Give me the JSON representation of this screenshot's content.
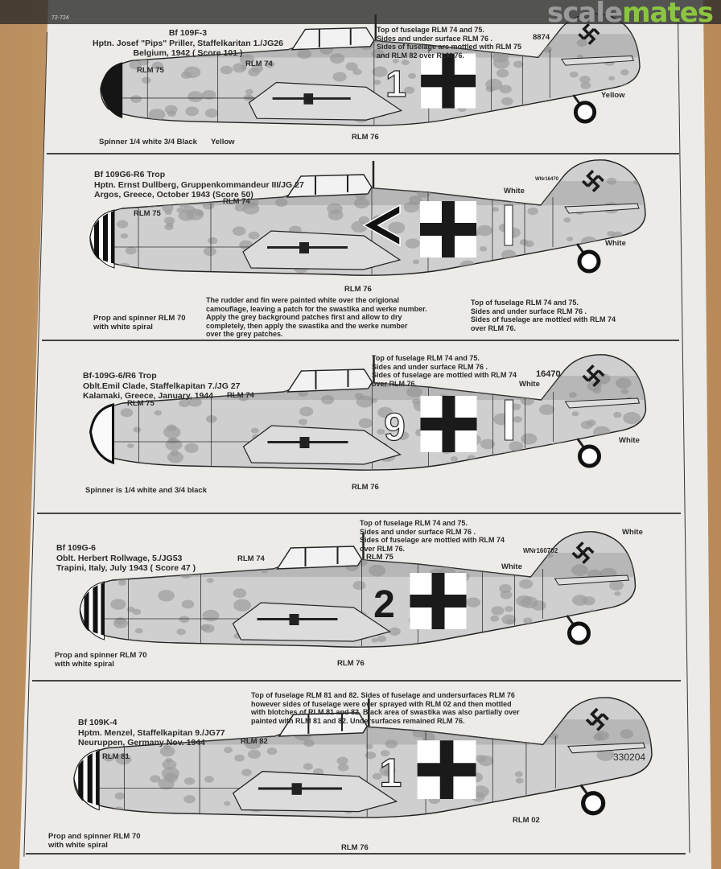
{
  "watermark": {
    "part1": "scale",
    "part2": "mates"
  },
  "sheet_code": "72-724",
  "colors": {
    "paper": "#ecebe7",
    "wood": "#c39a6b",
    "logo_green": "#8cc63f",
    "logo_grey": "#9a9a9a",
    "camo_base": "#cfcfcf",
    "camo_mottle": "#9c9c9c"
  },
  "panels": [
    {
      "title": [
        "Bf 109F-3",
        "Hptn. Josef \"Pips\" Priller, Staffelkaritan 1./JG26",
        "Belgium, 1942  ( Score 101 )"
      ],
      "notes": [
        "Top of fuselage RLM 74 and 75.",
        "Sides and under surface RLM 76 .",
        "Sides of fuselage are mottled with RLM 75",
        "and RLM 82 over RLM 76."
      ],
      "callouts": {
        "c1": "RLM 75",
        "c2": "RLM 74",
        "c3": "RLM 76",
        "c4": "Yellow",
        "c5": "Yellow",
        "spinner": "Spinner 1/4 white 3/4 Black"
      },
      "number": "1",
      "werknummer": "8874"
    },
    {
      "title": [
        "Bf 109G6-R6 Trop",
        "Hptn. Ernst Dullberg, Gruppenkommandeur III/JG 27",
        "Argos, Greece, October 1943    (Score 50)"
      ],
      "notes": [
        "Top of fuselage RLM 74 and 75.",
        "Sides and under surface RLM 76 .",
        "Sides of fuselage are mottled with RLM 74",
        "over RLM 76."
      ],
      "instructions": [
        "The rudder and fin were painted white over the origional",
        "camouflage, leaving a patch for the swastika and werke number.",
        "Apply the grey background patches first and allow to dry",
        "completely, then apply the swastika and the werke number",
        "over the grey patches."
      ],
      "callouts": {
        "c1": "RLM 75",
        "c2": "RLM 74",
        "c3": "RLM 76",
        "c4": "White",
        "c5": "White",
        "spinner": "Prop and spinner RLM 70\nwith white spiral"
      },
      "number": "",
      "werknummer": "WNr16470"
    },
    {
      "title": [
        "Bf-109G-6/R6 Trop",
        "Oblt.Emil Clade, Staffelkapitan 7./JG 27",
        "Kalamaki, Greece, January, 1944"
      ],
      "notes": [
        "Top of fuselage RLM 74 and 75.",
        "Sides and under surface RLM 76 .",
        "Sides of fuselage are mottled with RLM 74",
        "over RLM 76."
      ],
      "callouts": {
        "c1": "RLM 75",
        "c2": "RLM 74",
        "c3": "RLM 76",
        "c4": "White",
        "c5": "White",
        "spinner": "Spinner is 1/4 white and 3/4 black"
      },
      "number": "9",
      "werknummer": "16470"
    },
    {
      "title": [
        "Bf 109G-6",
        "Oblt. Herbert Rollwage, 5./JG53",
        "Trapini, Italy, July 1943  ( Score 47 )"
      ],
      "notes": [
        "Top of fuselage RLM 74 and 75.",
        "Sides and under surface RLM 76 .",
        "Sides of fuselage are mottled with RLM 74",
        "over RLM 76."
      ],
      "callouts": {
        "c1": "RLM 75",
        "c2": "RLM 74",
        "c3": "RLM 76",
        "c4": "White",
        "c5": "White",
        "spinner": "Prop and spinner RLM 70\nwith white spiral"
      },
      "number": "2",
      "werknummer": "WNr160702"
    },
    {
      "title": [
        "Bf 109K-4",
        "Hptm. Menzel, Staffelkapitan 9./JG77",
        "Neuruppen, Germany Nov. 1944"
      ],
      "notes": [
        "Top of fuselage RLM 81 and 82. Sides of fuselage and undersurfaces RLM 76",
        "however sides of fuselage were over sprayed with RLM 02 and then mottled",
        "with blotches of RLM 81 and 82. Black area of swastika was also partially over",
        "painted with RLM 81 and 82. Undersurfaces remained RLM 76."
      ],
      "callouts": {
        "c1": "RLM 81",
        "c2": "RLM 82",
        "c3": "RLM 76",
        "c4": "RLM 02",
        "spinner": "Prop and spinner RLM 70\nwith white spiral"
      },
      "number": "1",
      "werknummer": "330204"
    }
  ]
}
